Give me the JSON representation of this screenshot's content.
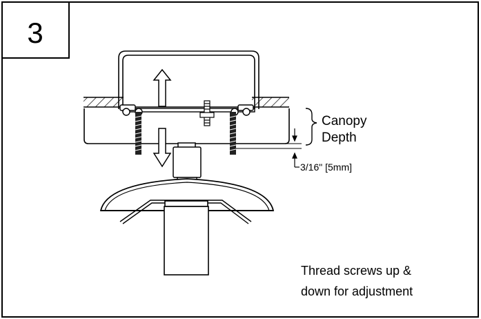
{
  "step_number": "3",
  "labels": {
    "canopy_line1": "Canopy",
    "canopy_line2": "Depth",
    "gap": "3/16\" [5mm]",
    "note_line1": "Thread screws up &",
    "note_line2": "down for adjustment"
  },
  "colors": {
    "line": "#000000",
    "background": "#ffffff"
  }
}
